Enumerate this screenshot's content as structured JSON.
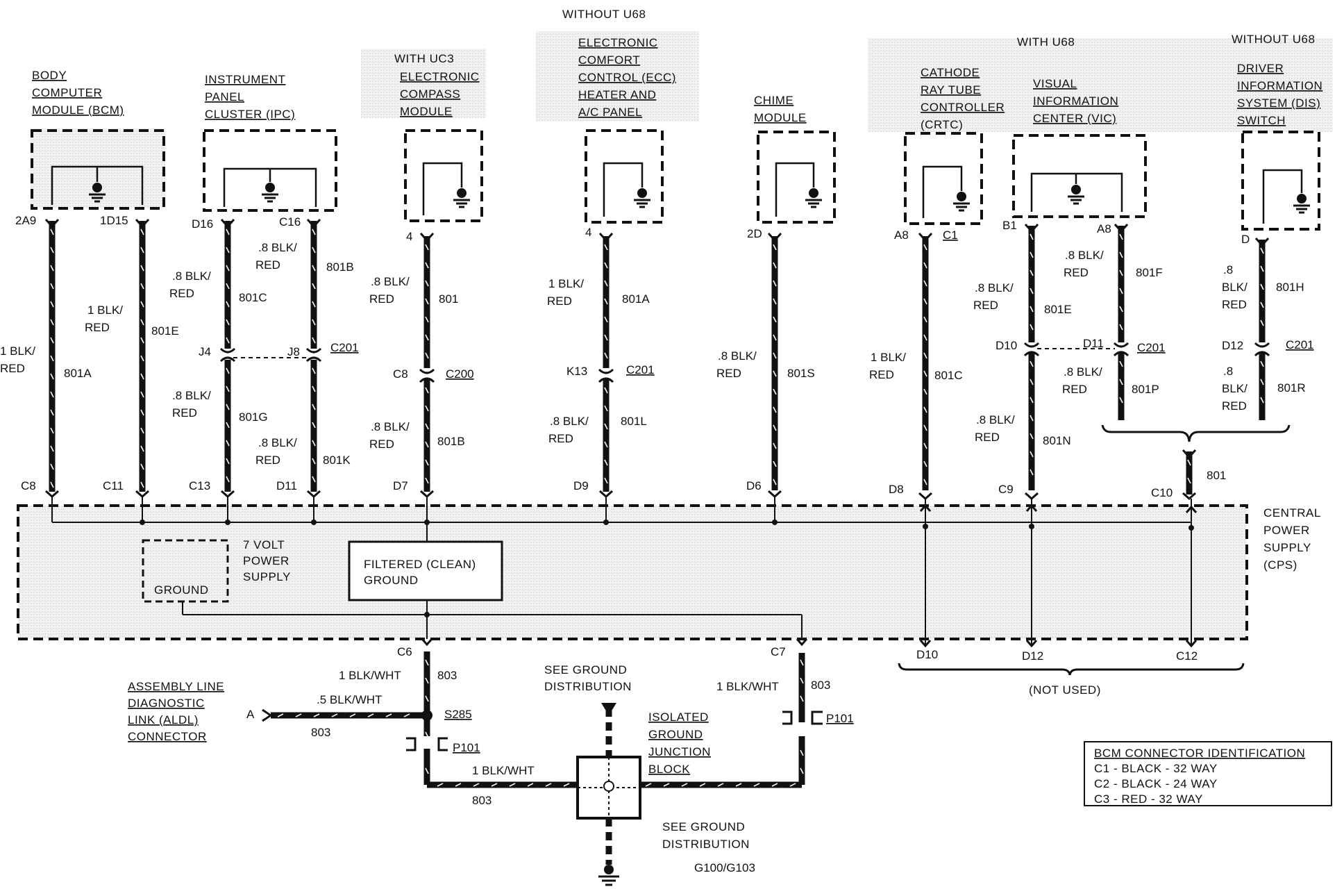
{
  "modules": {
    "bcm": [
      "BODY",
      "COMPUTER",
      "MODULE (BCM)"
    ],
    "ipc": [
      "INSTRUMENT",
      "PANEL",
      "CLUSTER (IPC)"
    ],
    "compass_cond": "WITH UC3",
    "compass": [
      "ELECTRONIC",
      "COMPASS",
      "MODULE"
    ],
    "ecc_cond": "WITHOUT U68",
    "ecc": [
      "ELECTRONIC",
      "COMFORT",
      "CONTROL (ECC)",
      "HEATER AND",
      "A/C PANEL"
    ],
    "chime": [
      "CHIME",
      "MODULE"
    ],
    "with_u68": "WITH U68",
    "crtc": [
      "CATHODE",
      "RAY TUBE",
      "CONTROLLER",
      "(CRTC)"
    ],
    "vic": [
      "VISUAL",
      "INFORMATION",
      "CENTER (VIC)"
    ],
    "dis_cond": "WITHOUT U68",
    "dis": [
      "DRIVER",
      "INFORMATION",
      "SYSTEM (DIS)",
      "SWITCH"
    ]
  },
  "pins": {
    "bcm_a": "2A9",
    "bcm_b": "1D15",
    "ipc_a": "D16",
    "ipc_b": "C16",
    "compass": "4",
    "ecc": "4",
    "chime": "2D",
    "crtc_a": "A8",
    "crtc_b": "C1",
    "vic_a": "B1",
    "vic_b": "A8",
    "dis": "D",
    "j4": "J4",
    "j8": "J8",
    "c201_a": "C201",
    "c8": "C8",
    "c200": "C200",
    "k13": "K13",
    "c201_b": "C201",
    "d10": "D10",
    "d11": "D11",
    "c201_c": "C201",
    "d12": "D12",
    "c201_d": "C201"
  },
  "wires": {
    "w1_size": "1 BLK/",
    "w1_color": "RED",
    "w1_id": "801A",
    "w2_size": "1 BLK/",
    "w2_color": "RED",
    "w2_id": "801E",
    "w3_size": ".8 BLK/",
    "w3_color": "RED",
    "w3_id": "801C",
    "w3b_size": ".8 BLK/",
    "w3b_color": "RED",
    "w3b_id": "801G",
    "w4_size": ".8 BLK/",
    "w4_color": "RED",
    "w4_id": "801B",
    "w4b_size": ".8 BLK/",
    "w4b_color": "RED",
    "w4b_id": "801K",
    "w5_size": ".8 BLK/",
    "w5_color": "RED",
    "w5_id": "801",
    "w5b_size": ".8 BLK/",
    "w5b_color": "RED",
    "w5b_id": "801B",
    "w6_size": "1 BLK/",
    "w6_color": "RED",
    "w6_id": "801A",
    "w6b_size": ".8 BLK/",
    "w6b_color": "RED",
    "w6b_id": "801L",
    "w7_size": ".8 BLK/",
    "w7_color": "RED",
    "w7_id": "801S",
    "w8_size": "1 BLK/",
    "w8_color": "RED",
    "w8_id": "801C",
    "w9_size": ".8 BLK/",
    "w9_color": "RED",
    "w9_id": "801E",
    "w9b_size": ".8 BLK/",
    "w9b_color": "RED",
    "w9b_id": "801N",
    "w10_size": ".8 BLK/",
    "w10_color": "RED",
    "w10_id": "801F",
    "w10b_size": ".8 BLK/",
    "w10b_color": "RED",
    "w10b_id": "801P",
    "w11_a": ".8",
    "w11_b": "BLK/",
    "w11_c": "RED",
    "w11_id": "801H",
    "w11b_a": ".8",
    "w11b_b": "BLK/",
    "w11b_c": "RED",
    "w11b_id": "801R",
    "merge_id": "801"
  },
  "cps": {
    "pins": [
      "C8",
      "C11",
      "C13",
      "D11",
      "D7",
      "D9",
      "D6",
      "D8",
      "C9",
      "C10"
    ],
    "title": [
      "CENTRAL",
      "POWER",
      "SUPPLY",
      "(CPS)"
    ],
    "seven_volt": [
      "7 VOLT",
      "POWER",
      "SUPPLY"
    ],
    "ground_box": "GROUND",
    "filtered": [
      "FILTERED (CLEAN)",
      "GROUND"
    ],
    "bottom_pins": [
      "C6",
      "C7",
      "D10",
      "D12",
      "C12"
    ],
    "not_used": "(NOT USED)"
  },
  "ground": {
    "c6_wire": "1 BLK/WHT",
    "c6_id": "803",
    "c7_wire": "1 BLK/WHT",
    "c7_id": "803",
    "aldl": [
      "ASSEMBLY LINE",
      "DIAGNOSTIC",
      "LINK (ALDL)",
      "CONNECTOR"
    ],
    "aldl_pin": "A",
    "aldl_wire": ".5 BLK/WHT",
    "aldl_id": "803",
    "splice": "S285",
    "p101_a": "P101",
    "p101_b": "P101",
    "bottom_wire": "1 BLK/WHT",
    "bottom_id": "803",
    "see_ground_top": [
      "SEE GROUND",
      "DISTRIBUTION"
    ],
    "isolated": [
      "ISOLATED",
      "GROUND",
      "JUNCTION",
      "BLOCK"
    ],
    "see_ground_bottom": [
      "SEE GROUND",
      "DISTRIBUTION"
    ],
    "g100": "G100/G103"
  },
  "bcm_id": {
    "title": "BCM CONNECTOR IDENTIFICATION",
    "rows": [
      "C1 - BLACK - 32 WAY",
      "C2 - BLACK - 24 WAY",
      "C3 - RED - 32 WAY"
    ]
  }
}
